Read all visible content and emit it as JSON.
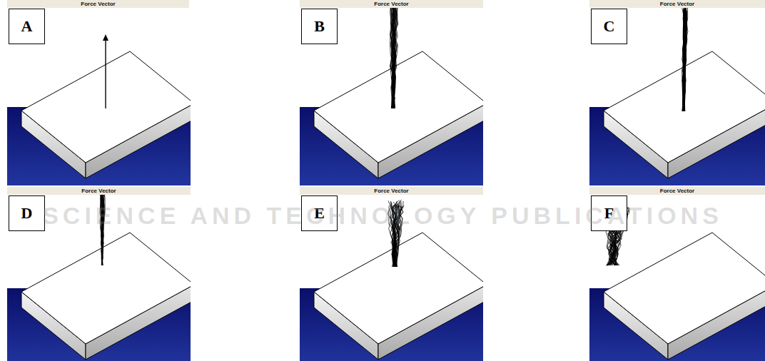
{
  "diagram": {
    "nodes": [
      {
        "text": [
          "Force Vector"
        ]
      },
      {
        "text": [
          "A"
        ]
      },
      {
        "text": [
          "Force Vector"
        ]
      },
      {
        "text": [
          "B"
        ]
      },
      {
        "text": [
          "Force Vector"
        ]
      },
      {
        "text": [
          "C"
        ]
      },
      {
        "text": [
          "Force Vector"
        ]
      },
      {
        "text": [
          "D"
        ]
      },
      {
        "text": [
          "Force Vector"
        ]
      },
      {
        "text": [
          "E"
        ]
      },
      {
        "text": [
          "Force Vector"
        ]
      },
      {
        "text": [
          "F"
        ]
      }
    ],
    "labels": [
      "SCIENCE AND TECHNOLOGY PUBLICATIONS"
    ]
  }
}
